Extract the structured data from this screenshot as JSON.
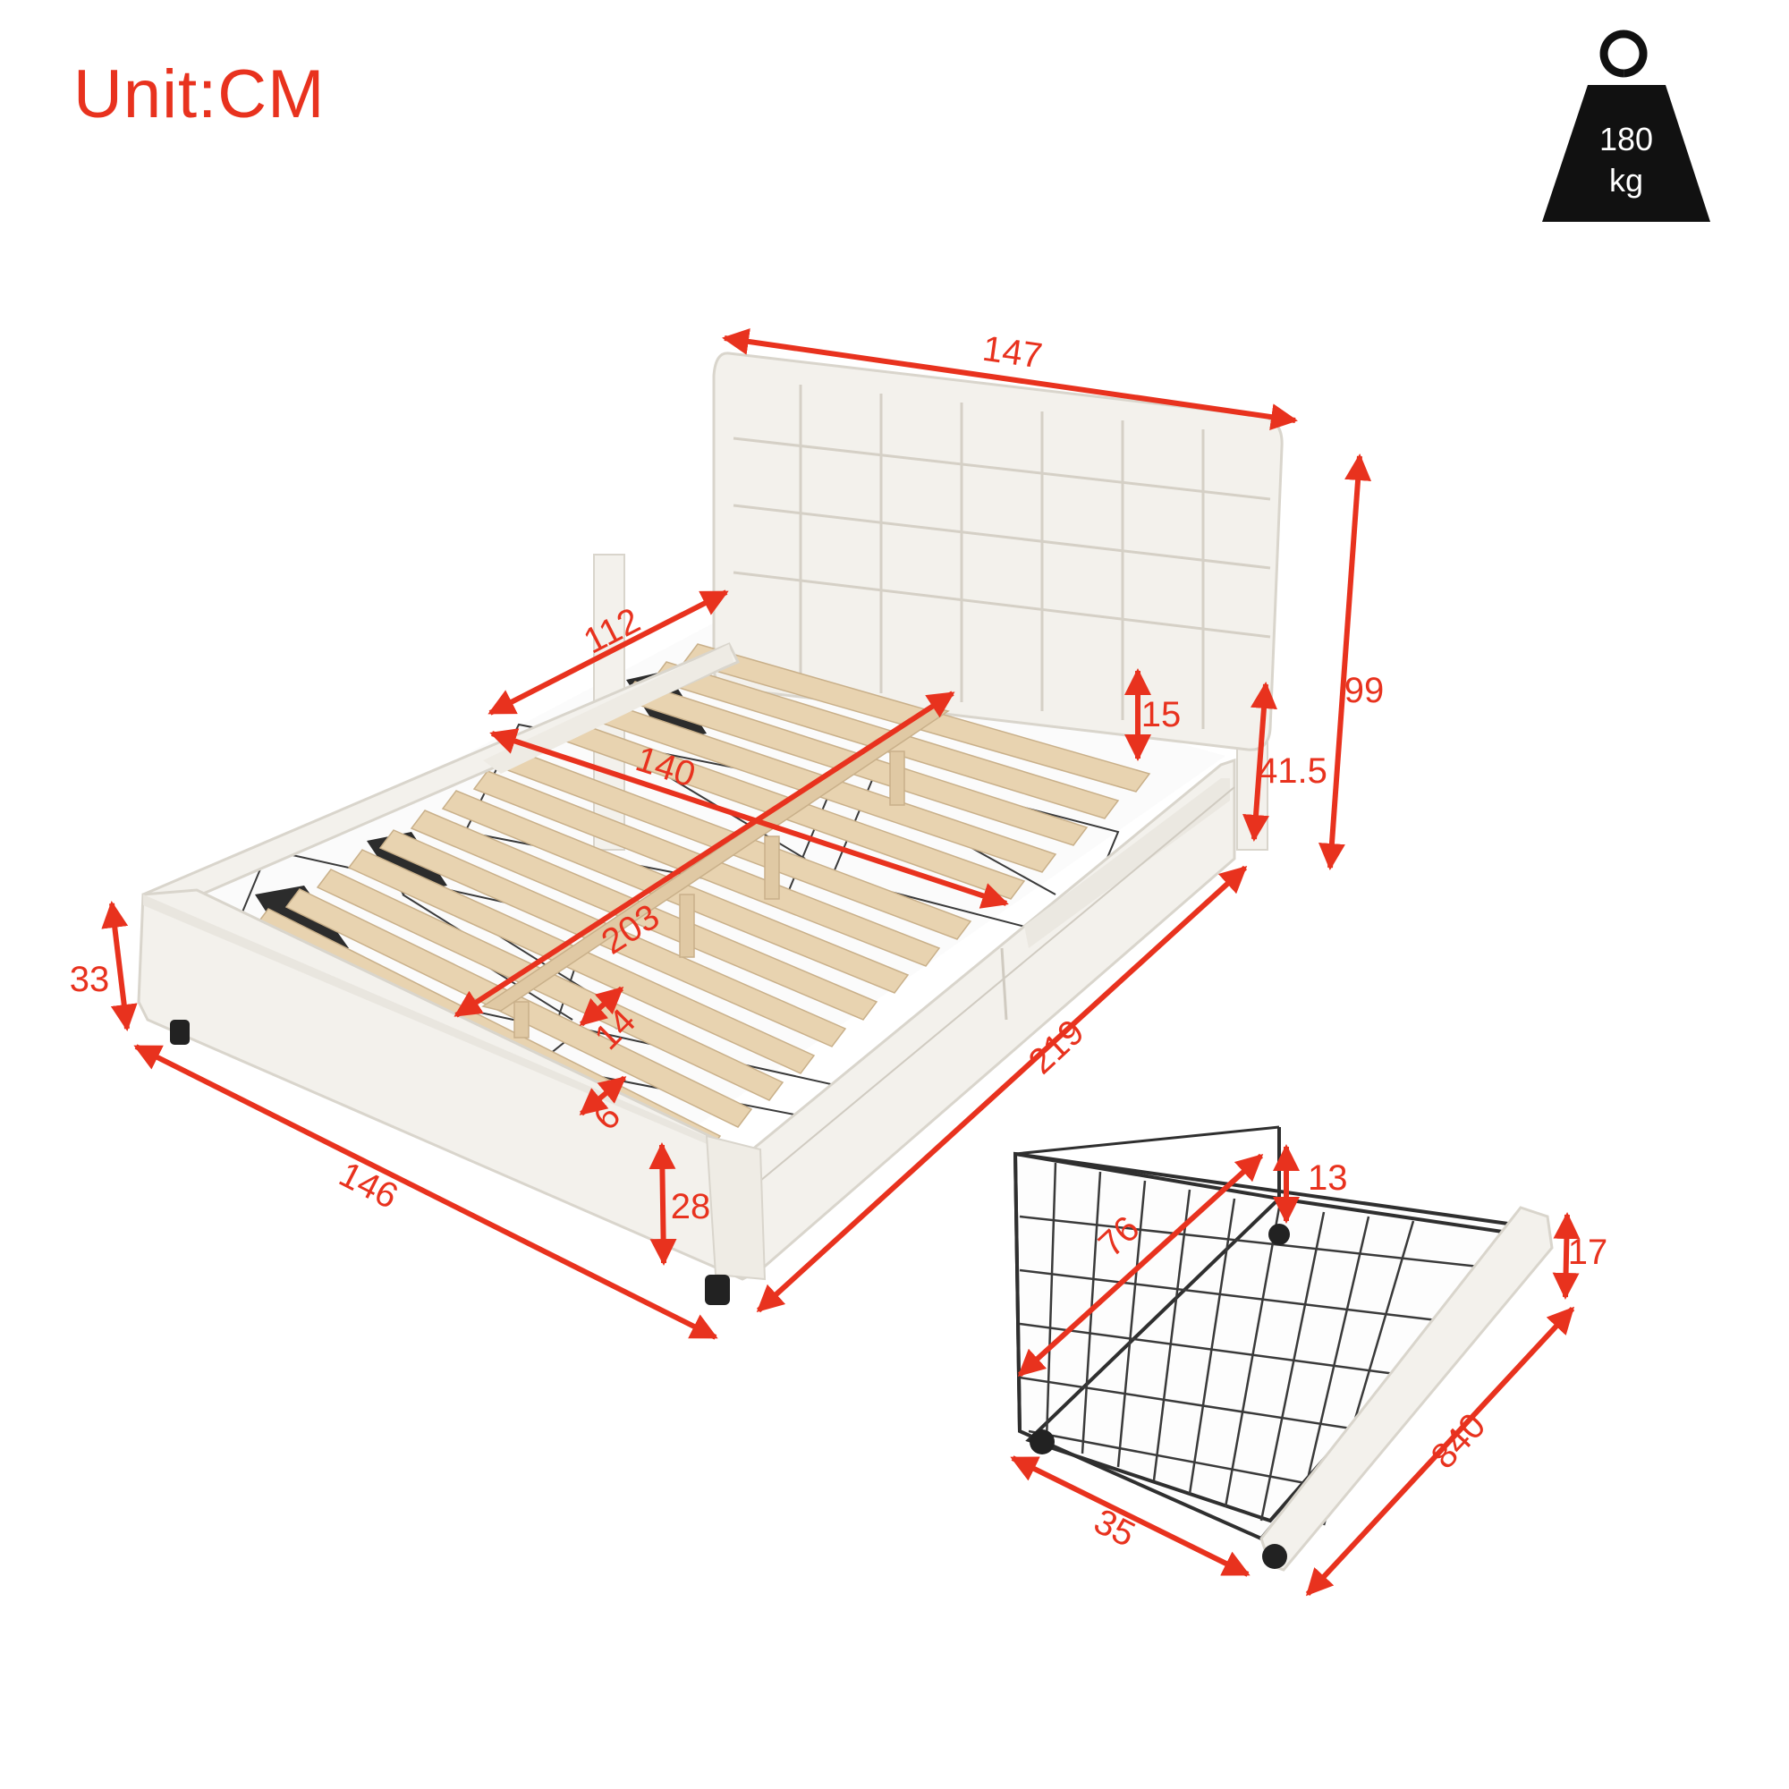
{
  "unit_label": "Unit:CM",
  "weight": {
    "value": "180",
    "unit": "kg",
    "icon": "weight-icon"
  },
  "colors": {
    "dimension": "#e8321e",
    "upholstery": "#f3f1ec",
    "slat": "#e8d3b0",
    "metal": "#333333"
  },
  "dimensions": {
    "headboard_width": "147",
    "total_height": "99",
    "headboard_gap": "15",
    "frame_height": "41.5",
    "side_depth": "112",
    "inner_width": "140",
    "inner_length": "203",
    "slat_spacing": "14",
    "slat_width": "6",
    "top_rail_height": "33",
    "footboard_width": "146",
    "side_panel_height": "28",
    "total_length": "219"
  },
  "drawer": {
    "depth": "76",
    "basket_height": "13",
    "front_height": "17",
    "width": "35",
    "length": "840"
  }
}
